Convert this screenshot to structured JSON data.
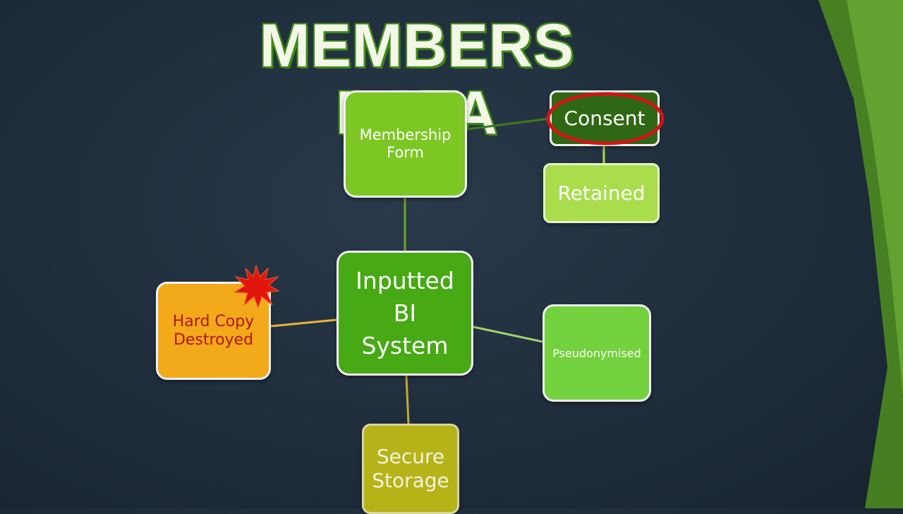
{
  "slide": {
    "title": "MEMBERS DATA"
  },
  "nodes": {
    "membership_form": "Membership\nForm",
    "consent": "Consent",
    "retained": "Retained",
    "inputted_bi_system": "Inputted\nBI\nSystem",
    "hard_copy_destroyed": "Hard Copy\nDestroyed",
    "pseudonymised": "Pseudonymised",
    "secure_storage": "Secure\nStorage"
  },
  "colors": {
    "background": "#1f2d3c",
    "accent_green": "#47a914",
    "highlight_ring": "#d31414",
    "warning_orange": "#f2a91a",
    "burst_red": "#e0150c"
  },
  "icons": {
    "burst": "explosion-burst-icon",
    "highlight": "red-circle-highlight"
  }
}
